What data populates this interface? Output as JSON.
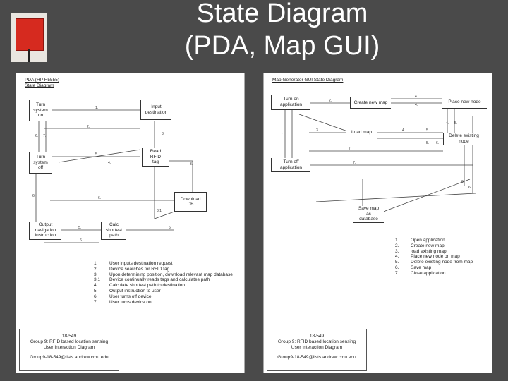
{
  "slide": {
    "title_line1": "State Diagram",
    "title_line2": "(PDA, Map GUI)"
  },
  "pda": {
    "title_line1": "PDA (HP H5555)",
    "title_line2": "State Diagram",
    "states": {
      "turn_on": [
        "Turn",
        "system",
        "on"
      ],
      "input_dest": [
        "Input",
        "destination"
      ],
      "turn_off": [
        "Turn",
        "system",
        "off"
      ],
      "read_rfid": [
        "Read",
        "RFID",
        "tag"
      ],
      "download_db": [
        "Download",
        "DB"
      ],
      "output_nav": [
        "Output",
        "navigation",
        "instruction"
      ],
      "calc_path": [
        "Calc",
        "shortest",
        "path"
      ]
    },
    "edge_labels": [
      "1.",
      "2.",
      "6.",
      "7.",
      "3.",
      "5.",
      "4.",
      "3.1",
      "3.",
      "5.",
      "6.",
      "6.",
      "6.",
      "6."
    ],
    "legend": [
      {
        "n": "1.",
        "t": "User inputs destination request"
      },
      {
        "n": "2.",
        "t": "Device searches for RFID tag"
      },
      {
        "n": "3.",
        "t": "Upon determining position, download relevant map database"
      },
      {
        "n": "3.1",
        "t": "Device continually reads tags and calculates path"
      },
      {
        "n": "4.",
        "t": "Calculate shortest path to destination"
      },
      {
        "n": "5.",
        "t": "Output instruction to user"
      },
      {
        "n": "6.",
        "t": "User turns off device"
      },
      {
        "n": "7.",
        "t": "User turns device on"
      }
    ],
    "footer": [
      "18-549",
      "Group 9: RFID based location sensing",
      "User Interaction Diagram",
      "",
      "Group9-18-549@lists.andrew.cmu.edu"
    ]
  },
  "gui": {
    "title_line1": "Map Generator GUI State Diagram",
    "states": {
      "turn_on_app": [
        "Turn on",
        "application"
      ],
      "create_map": [
        "Create new map"
      ],
      "place_node": [
        "Place new node"
      ],
      "load_map": [
        "Load map"
      ],
      "delete_node": [
        "Delete existing",
        "node"
      ],
      "turn_off_app": [
        "Turn off",
        "application"
      ],
      "save_map": [
        "Save map",
        "as",
        "database"
      ]
    },
    "edge_labels": [
      "2.",
      "4.",
      "4.",
      "3.",
      "4.",
      "5.",
      "5.",
      "6.",
      "7.",
      "7.",
      "7.",
      "6.",
      "6.",
      "4.",
      "5."
    ],
    "legend": [
      {
        "n": "1.",
        "t": "Open application"
      },
      {
        "n": "2.",
        "t": "Create new map"
      },
      {
        "n": "3.",
        "t": "load existing map"
      },
      {
        "n": "4.",
        "t": "Place new node on map"
      },
      {
        "n": "5.",
        "t": "Delete existing node from map"
      },
      {
        "n": "6.",
        "t": "Save map"
      },
      {
        "n": "7.",
        "t": "Close application"
      }
    ],
    "footer": [
      "18-549",
      "Group 9: RFID based location sensing",
      "User Interaction Diagram",
      "",
      "Group9-18-549@lists.andrew.cmu.edu"
    ]
  }
}
